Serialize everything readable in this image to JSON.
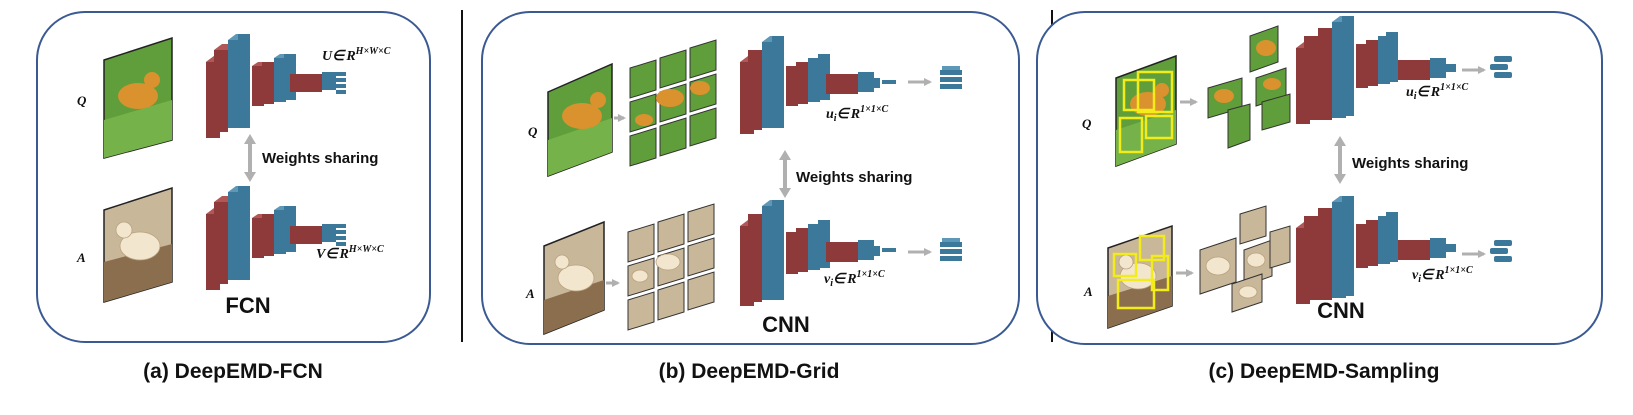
{
  "panels": [
    {
      "id": "a",
      "caption": "(a) DeepEMD-FCN",
      "network_label": "FCN",
      "weights_label": "Weights sharing",
      "query_label": "Q",
      "support_label": "A",
      "top_feature": {
        "var": "U",
        "member": "∈",
        "space": "R",
        "sup": "H×W×C"
      },
      "bottom_feature": {
        "var": "V",
        "member": "∈",
        "space": "R",
        "sup": "H×W×C"
      }
    },
    {
      "id": "b",
      "caption": "(b) DeepEMD-Grid",
      "network_label": "CNN",
      "weights_label": "Weights sharing",
      "query_label": "Q",
      "support_label": "A",
      "top_feature": {
        "var": "u",
        "sub": "i",
        "member": "∈",
        "space": "R",
        "sup": "1×1×C"
      },
      "bottom_feature": {
        "var": "v",
        "sub": "i",
        "member": "∈",
        "space": "R",
        "sup": "1×1×C"
      }
    },
    {
      "id": "c",
      "caption": "(c) DeepEMD-Sampling",
      "network_label": "CNN",
      "weights_label": "Weights sharing",
      "query_label": "Q",
      "support_label": "A",
      "top_feature": {
        "var": "u",
        "sub": "i",
        "member": "∈",
        "space": "R",
        "sup": "1×1×C"
      },
      "bottom_feature": {
        "var": "v",
        "sub": "i",
        "member": "∈",
        "space": "R",
        "sup": "1×1×C"
      }
    }
  ],
  "colors": {
    "panel_border": "#3b5a93",
    "layer_red": "#8f3a3a",
    "layer_blue": "#3c7899",
    "arrow": "#b0b0b0",
    "sampling_box": "#f2ec1a"
  },
  "icons": [
    "query-image",
    "support-image",
    "patch-grid",
    "sampled-patches",
    "cnn-stack",
    "feature-vector-stack",
    "weights-sharing-arrow"
  ]
}
